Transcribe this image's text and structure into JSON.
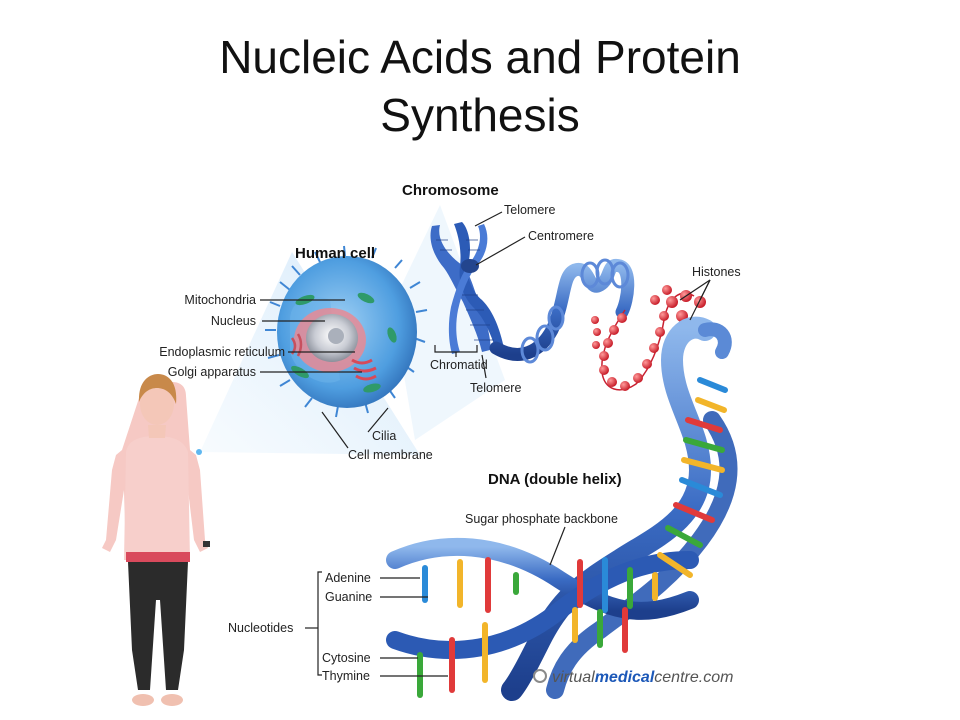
{
  "title": {
    "line1": "Nucleic Acids and Protein",
    "line2": "Synthesis"
  },
  "sections": {
    "human_cell": "Human cell",
    "chromosome": "Chromosome",
    "dna": "DNA (double helix)"
  },
  "labels": {
    "mitochondria": "Mitochondria",
    "nucleus": "Nucleus",
    "endoplasmic_reticulum": "Endoplasmic reticulum",
    "golgi_apparatus": "Golgi apparatus",
    "cilia": "Cilia",
    "cell_membrane": "Cell membrane",
    "telomere_top": "Telomere",
    "centromere": "Centromere",
    "chromatid": "Chromatid",
    "telomere_bottom": "Telomere",
    "histones": "Histones",
    "sugar_phosphate_backbone": "Sugar phosphate backbone",
    "nucleotides": "Nucleotides",
    "adenine": "Adenine",
    "guanine": "Guanine",
    "cytosine": "Cytosine",
    "thymine": "Thymine"
  },
  "watermark": {
    "part1": "virtual",
    "part2": "medical",
    "part3": "centre.com"
  },
  "colors": {
    "blue": "#3a6fc4",
    "histone_red": "#e0303a",
    "adenine": "#2a8ad8",
    "guanine": "#f2b52a",
    "cytosine": "#e03a3a",
    "thymine": "#3aa83a"
  }
}
